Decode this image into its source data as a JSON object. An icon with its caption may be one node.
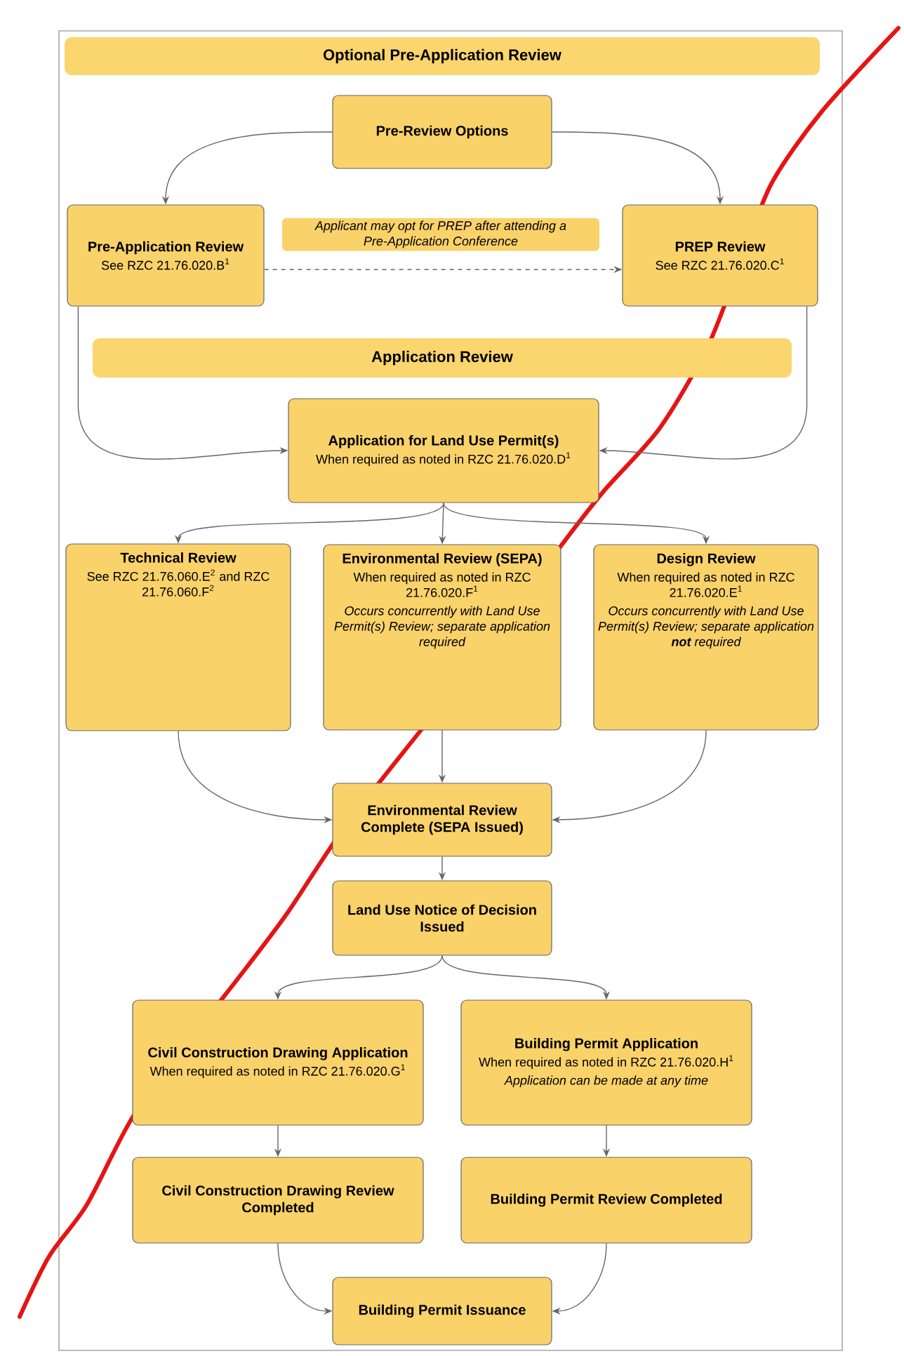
{
  "diagram": {
    "nodes": [
      {
        "text": [
          "Optional Pre-Application Review"
        ]
      },
      {
        "text": [
          "Pre-Review Options"
        ]
      },
      {
        "text": [
          "Pre-Application Review",
          "See RZC 21.76.020.B$^{1}$"
        ]
      },
      {
        "text": [
          "PREP Review",
          "See RZC 21.76.020.C$^{1}$"
        ]
      },
      {
        "text": [
          "Application Review"
        ]
      },
      {
        "text": [
          "Application for Land Use Permit(s)",
          "When required as noted in RZC 21.76.020.D$^{1}$"
        ]
      },
      {
        "text": [
          "Technical Review",
          "See RZC 21.76.060.E$^{2}$ and RZC 21.76.060.F$^{2}$"
        ]
      },
      {
        "text": [
          "Environmental Review (SEPA)",
          "When required as noted in RZC 21.76.020.F$^{1}$",
          "Occurs concurrently with Land Use Permit(s) Review; separate application required"
        ]
      },
      {
        "text": [
          "Design Review",
          "When required as noted in RZC 21.76.020.E$^{1}$",
          "Occurs concurrently with Land Use Permit(s) Review; separate application **not** required"
        ]
      },
      {
        "text": [
          "**Environmental Review Complete** (SEPA Issued)"
        ]
      },
      {
        "text": [
          "Land Use Notice of Decision Issued"
        ]
      },
      {
        "text": [
          "Civil Construction Drawing Application",
          "When required as noted in RZC 21.76.020.G$^{1}$"
        ]
      },
      {
        "text": [
          "Building Permit Application",
          "When required as noted in RZC 21.76.020.H$^{1}$",
          "Application can be made at any time"
        ]
      },
      {
        "text": [
          "Civil Construction Drawing Review Completed"
        ]
      },
      {
        "text": [
          "Building Permit Review Completed"
        ]
      },
      {
        "text": [
          "Building Permit Issuance"
        ]
      }
    ],
    "edges": [
      {
        "from": 1,
        "to": 2,
        "arrow": "to"
      },
      {
        "from": 1,
        "to": 3,
        "arrow": "to"
      },
      {
        "from": 2,
        "to": 3,
        "arrow": "to",
        "style": "dashed",
        "label": "Applicant may opt for PREP after attending a Pre-Application Conference"
      },
      {
        "from": 2,
        "to": 5,
        "arrow": "to"
      },
      {
        "from": 3,
        "to": 5,
        "arrow": "to"
      },
      {
        "from": 5,
        "to": 6,
        "arrow": "to"
      },
      {
        "from": 5,
        "to": 7,
        "arrow": "to"
      },
      {
        "from": 5,
        "to": 8,
        "arrow": "to"
      },
      {
        "from": 6,
        "to": 9,
        "arrow": "to"
      },
      {
        "from": 7,
        "to": 9,
        "arrow": "to"
      },
      {
        "from": 8,
        "to": 9,
        "arrow": "to"
      },
      {
        "from": 9,
        "to": 10,
        "arrow": "to"
      },
      {
        "from": 10,
        "to": 11,
        "arrow": "to"
      },
      {
        "from": 10,
        "to": 12,
        "arrow": "to"
      },
      {
        "from": 11,
        "to": 13,
        "arrow": "to"
      },
      {
        "from": 12,
        "to": 14,
        "arrow": "to"
      },
      {
        "from": 13,
        "to": 15,
        "arrow": "to"
      },
      {
        "from": 14,
        "to": 15,
        "arrow": "to"
      }
    ]
  }
}
